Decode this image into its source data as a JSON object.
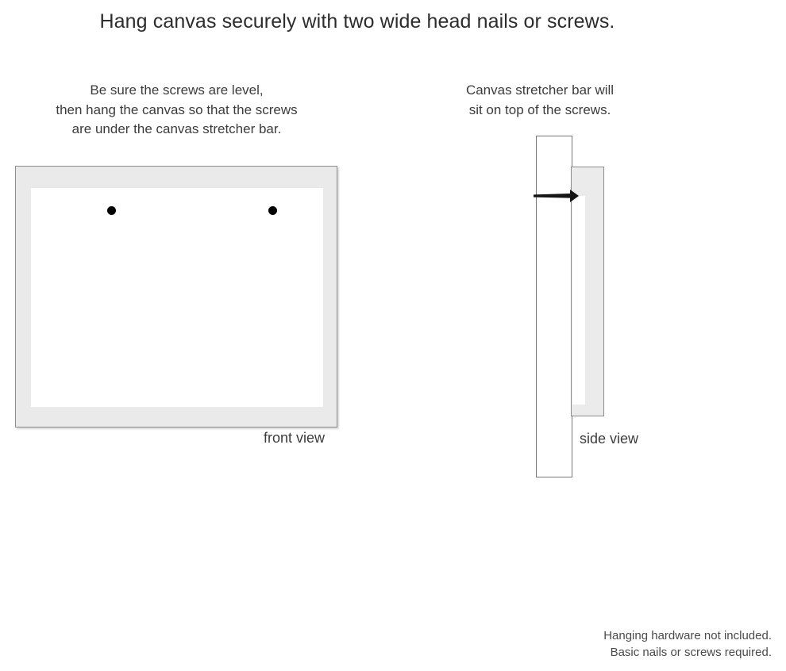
{
  "title": "Hang canvas securely with two wide head nails or screws.",
  "instructions": {
    "left": [
      "Be sure the screws are level,",
      "then hang the canvas so that the screws",
      "are under the canvas stretcher bar."
    ],
    "right": [
      "Canvas stretcher bar will",
      "sit on top of the screws."
    ]
  },
  "captions": {
    "front": "front view",
    "side": "side view"
  },
  "footer": [
    "Hanging hardware not included.",
    "Basic nails or screws required."
  ],
  "colors": {
    "frame_fill": "#eaeaea",
    "frame_border": "#8d8d8d",
    "canvas_fill": "#ffffff",
    "screw_dot": "#000000",
    "wall_border": "#777777",
    "nail": "#1a1a1a",
    "text": "#3c3c3c"
  },
  "diagram": {
    "front_view": {
      "screw_count": 2,
      "screw_label": "screw-dot"
    },
    "side_view": {
      "wall_label": "wall",
      "stretcher_label": "canvas-stretcher-bar",
      "nail_label": "nail"
    }
  }
}
